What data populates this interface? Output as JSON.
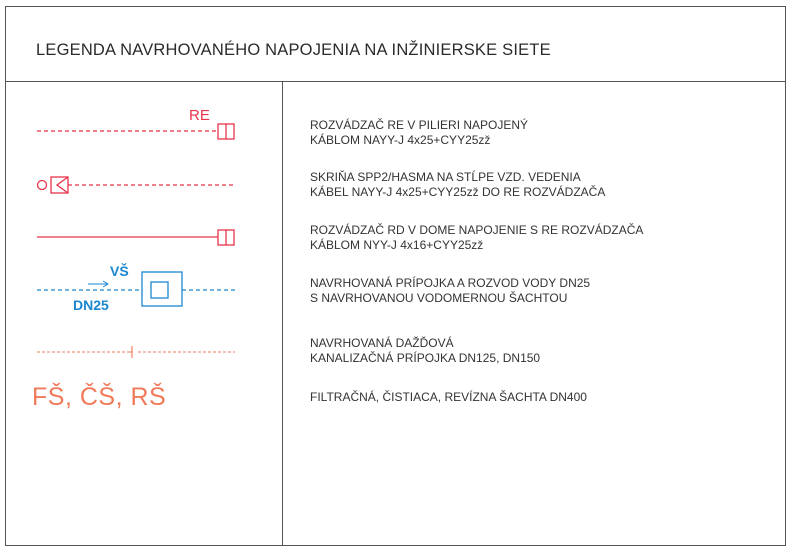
{
  "title": "LEGENDA NAVRHOVANÉHO NAPOJENIA NA INŽINIERSKE SIETE",
  "colors": {
    "red": "#e8344a",
    "blue": "#1a86d0",
    "orange": "#f07a5a",
    "frame": "#555555"
  },
  "symbols": {
    "re_label": "RE",
    "vs_label": "VŠ",
    "dn25_label": "DN25",
    "fs_cs_rs": "FŠ, ČŠ, RŠ"
  },
  "legend": [
    {
      "line1": "ROZVÁDZAČ RE V PILIERI NAPOJENÝ",
      "line2": "KÁBLOM NAYY-J 4x25+CYY25zž"
    },
    {
      "line1": "SKRIŇA SPP2/HASMA NA STĹPE VZD. VEDENIA",
      "line2": "KÁBEL NAYY-J 4x25+CYY25zž DO RE ROZVÁDZAČA"
    },
    {
      "line1": "ROZVÁDZAČ RD V DOME NAPOJENIE S RE ROZVÁDZAČA",
      "line2": "KÁBLOM NYY-J 4x16+CYY25zž"
    },
    {
      "line1": "NAVRHOVANÁ PRÍPOJKA A ROZVOD VODY DN25",
      "line2": "S NAVRHOVANOU VODOMERNOU ŠACHTOU"
    },
    {
      "line1": "NAVRHOVANÁ DAŽĎOVÁ",
      "line2": "KANALIZAČNÁ PRÍPOJKA DN125, DN150"
    },
    {
      "line1": "FILTRAČNÁ, ČISTIACA, REVÍZNA ŠACHTA DN400",
      "line2": ""
    }
  ]
}
